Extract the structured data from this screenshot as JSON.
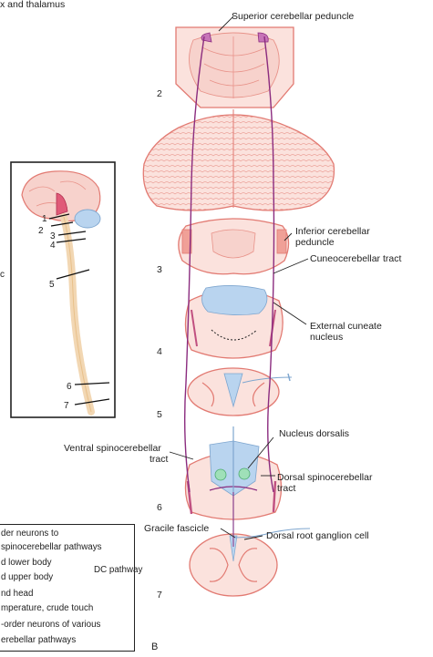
{
  "top_left_fragment": "x and thalamus",
  "labels": {
    "superior_peduncle": "Superior cerebellar peduncle",
    "inferior_peduncle_1": "Inferior cerebellar",
    "inferior_peduncle_2": "peduncle",
    "cuneocerebellar": "Cuneocerebellar tract",
    "external_cuneate_1": "External cuneate",
    "external_cuneate_2": "nucleus",
    "nucleus_dorsalis": "Nucleus dorsalis",
    "ventral_sct_1": "Ventral spinocerebellar",
    "ventral_sct_2": "tract",
    "dorsal_sct_1": "Dorsal spinocerebellar",
    "dorsal_sct_2": "tract",
    "gracile": "Gracile fascicle",
    "drg": "Dorsal root ganglion cell",
    "panel_letter": "B"
  },
  "level_numbers": [
    "2",
    "3",
    "4",
    "5",
    "6",
    "7"
  ],
  "inset_numbers": [
    "1",
    "2",
    "3",
    "4",
    "5",
    "6",
    "7"
  ],
  "left_edge_mark": "c",
  "legend": {
    "lines": [
      "der neurons to",
      "spinocerebellar pathways",
      "d lower body",
      "d upper body",
      "nd head",
      "mperature, crude touch",
      "-order neurons of various",
      "erebellar pathways"
    ],
    "dc_pathway": "DC pathway"
  },
  "colors": {
    "tissue_fill": "#f9dcd7",
    "tissue_stroke": "#e27a72",
    "pathway_purple": "#8b2c7f",
    "dc_blue": "#b9d4ef",
    "nucleus_green": "#9fe0b8"
  }
}
